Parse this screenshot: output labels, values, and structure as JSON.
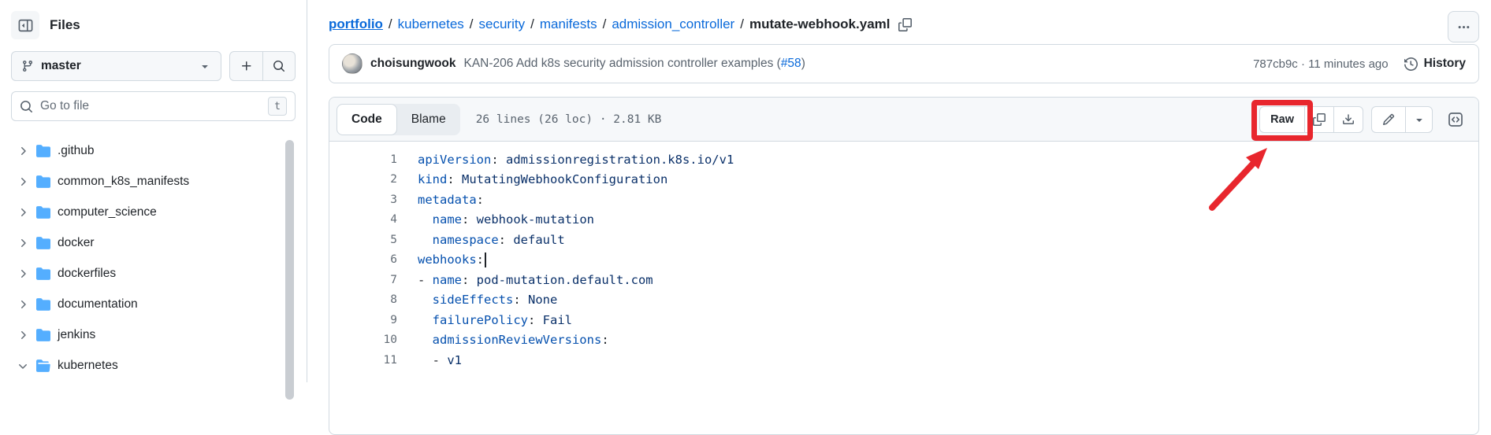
{
  "sidebar": {
    "title": "Files",
    "branch": {
      "label": "master"
    },
    "search": {
      "placeholder": "Go to file",
      "shortcut": "t"
    },
    "tree": [
      {
        "label": ".github",
        "expanded": false
      },
      {
        "label": "common_k8s_manifests",
        "expanded": false
      },
      {
        "label": "computer_science",
        "expanded": false
      },
      {
        "label": "docker",
        "expanded": false
      },
      {
        "label": "dockerfiles",
        "expanded": false
      },
      {
        "label": "documentation",
        "expanded": false
      },
      {
        "label": "jenkins",
        "expanded": false
      },
      {
        "label": "kubernetes",
        "expanded": true
      }
    ]
  },
  "breadcrumb": {
    "repo": "portfolio",
    "path": [
      "kubernetes",
      "security",
      "manifests",
      "admission_controller"
    ],
    "file": "mutate-webhook.yaml",
    "separator": "/"
  },
  "commit": {
    "author": "choisungwook",
    "message_before_link": "KAN-206 Add k8s security admission controller examples (",
    "pr_link": "#58",
    "message_after_link": ")",
    "sha_and_time": "787cb9c · 11 minutes ago",
    "history_label": "History"
  },
  "code_header": {
    "tab_code": "Code",
    "tab_blame": "Blame",
    "file_stats": "26 lines (26 loc) · 2.81 KB",
    "raw_label": "Raw"
  },
  "code": {
    "lines": [
      {
        "num": 1,
        "cursor": false,
        "segs": [
          [
            "apiVersion",
            "k"
          ],
          [
            ":",
            "p"
          ],
          [
            " admissionregistration.k8s.io/v1",
            "v"
          ]
        ]
      },
      {
        "num": 2,
        "cursor": false,
        "segs": [
          [
            "kind",
            "k"
          ],
          [
            ":",
            "p"
          ],
          [
            " MutatingWebhookConfiguration",
            "v"
          ]
        ]
      },
      {
        "num": 3,
        "cursor": false,
        "segs": [
          [
            "metadata",
            "k"
          ],
          [
            ":",
            "p"
          ]
        ]
      },
      {
        "num": 4,
        "cursor": false,
        "segs": [
          [
            "  ",
            "p"
          ],
          [
            "name",
            "k"
          ],
          [
            ":",
            "p"
          ],
          [
            " webhook-mutation",
            "v"
          ]
        ]
      },
      {
        "num": 5,
        "cursor": false,
        "segs": [
          [
            "  ",
            "p"
          ],
          [
            "namespace",
            "k"
          ],
          [
            ":",
            "p"
          ],
          [
            " default",
            "v"
          ]
        ]
      },
      {
        "num": 6,
        "cursor": true,
        "segs": [
          [
            "webhooks",
            "k"
          ],
          [
            ":",
            "p"
          ]
        ]
      },
      {
        "num": 7,
        "cursor": false,
        "segs": [
          [
            "- ",
            "p"
          ],
          [
            "name",
            "k"
          ],
          [
            ":",
            "p"
          ],
          [
            " pod-mutation.default.com",
            "v"
          ]
        ]
      },
      {
        "num": 8,
        "cursor": false,
        "segs": [
          [
            "  ",
            "p"
          ],
          [
            "sideEffects",
            "k"
          ],
          [
            ":",
            "p"
          ],
          [
            " None",
            "v"
          ]
        ]
      },
      {
        "num": 9,
        "cursor": false,
        "segs": [
          [
            "  ",
            "p"
          ],
          [
            "failurePolicy",
            "k"
          ],
          [
            ":",
            "p"
          ],
          [
            " Fail",
            "v"
          ]
        ]
      },
      {
        "num": 10,
        "cursor": false,
        "segs": [
          [
            "  ",
            "p"
          ],
          [
            "admissionReviewVersions",
            "k"
          ],
          [
            ":",
            "p"
          ]
        ]
      },
      {
        "num": 11,
        "cursor": false,
        "segs": [
          [
            "  - ",
            "p"
          ],
          [
            "v1",
            "v"
          ]
        ]
      }
    ]
  },
  "colors": {
    "link_blue": "#0969da",
    "annotation_red": "#e8262d",
    "folder_blue": "#54aeff",
    "yaml_key": "#0550ae",
    "yaml_value": "#0a3069",
    "border": "#d1d9e0",
    "header_bg": "#f6f8fa"
  }
}
